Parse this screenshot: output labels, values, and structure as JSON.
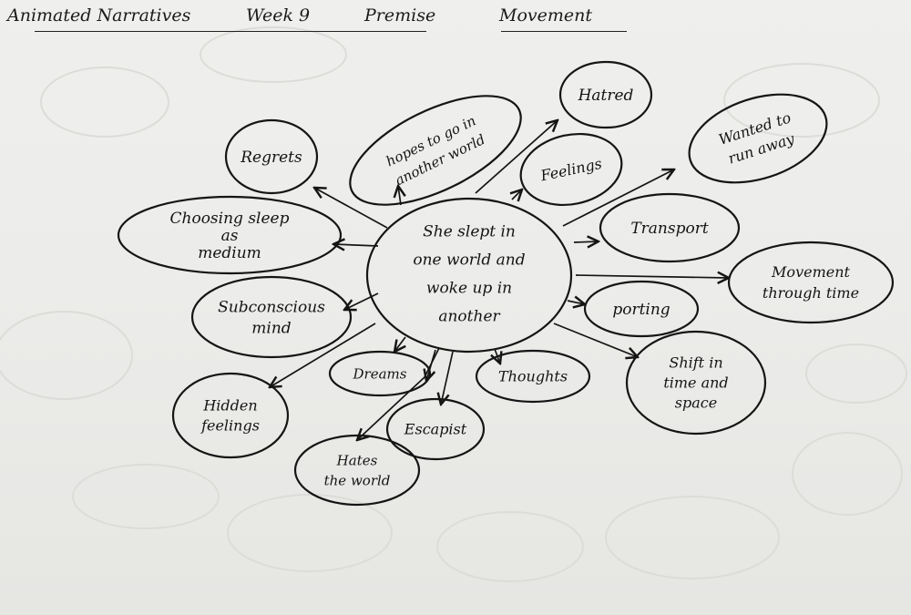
{
  "title": {
    "prefix": "Animated Narratives",
    "week": "Week 9",
    "premise": "Premise",
    "movement": "Movement"
  },
  "center": {
    "lines": [
      "She slept in",
      "one world and",
      "woke up in",
      "another"
    ]
  },
  "nodes": [
    {
      "id": "regrets",
      "lines": [
        "Regrets"
      ]
    },
    {
      "id": "hopes",
      "lines": [
        "hopes to go in",
        "another world"
      ]
    },
    {
      "id": "hatred",
      "lines": [
        "Hatred"
      ]
    },
    {
      "id": "feelings",
      "lines": [
        "Feelings"
      ]
    },
    {
      "id": "wanted",
      "lines": [
        "Wanted to",
        "run away"
      ]
    },
    {
      "id": "choosing",
      "lines": [
        "Choosing sleep",
        "as",
        "medium"
      ]
    },
    {
      "id": "transport",
      "lines": [
        "Transport"
      ]
    },
    {
      "id": "movement",
      "lines": [
        "Movement",
        "through time"
      ]
    },
    {
      "id": "subconscious",
      "lines": [
        "Subconscious",
        "mind"
      ]
    },
    {
      "id": "porting",
      "lines": [
        "porting"
      ]
    },
    {
      "id": "dreams",
      "lines": [
        "Dreams"
      ]
    },
    {
      "id": "thoughts",
      "lines": [
        "Thoughts"
      ]
    },
    {
      "id": "shift",
      "lines": [
        "Shift in",
        "time and",
        "space"
      ]
    },
    {
      "id": "hidden",
      "lines": [
        "Hidden",
        "feelings"
      ]
    },
    {
      "id": "escapist",
      "lines": [
        "Escapist"
      ]
    },
    {
      "id": "hates",
      "lines": [
        "Hates",
        "the world"
      ]
    }
  ],
  "colors": {
    "paper": "#ececea",
    "ink": "#151515"
  }
}
